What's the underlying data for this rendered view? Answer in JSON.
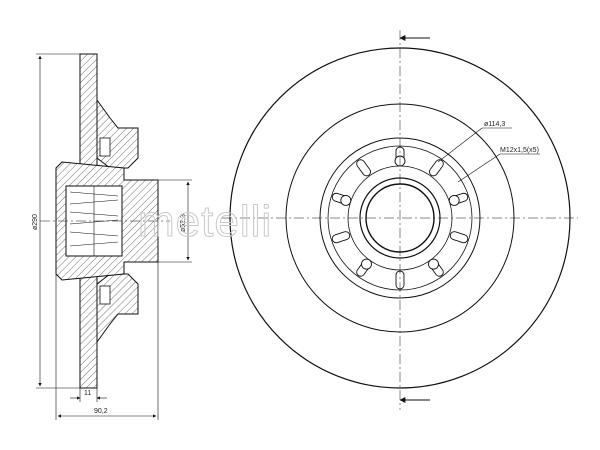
{
  "watermark": "metelli",
  "side_view": {
    "dims": {
      "outer_diameter": "ø290",
      "bore_diameter": "ø52,3",
      "flange_thickness": "11",
      "total_height": "90,2"
    }
  },
  "front_view": {
    "labels": {
      "pcd": "ø114,3",
      "thread": "M12x1,5(x5)"
    }
  }
}
